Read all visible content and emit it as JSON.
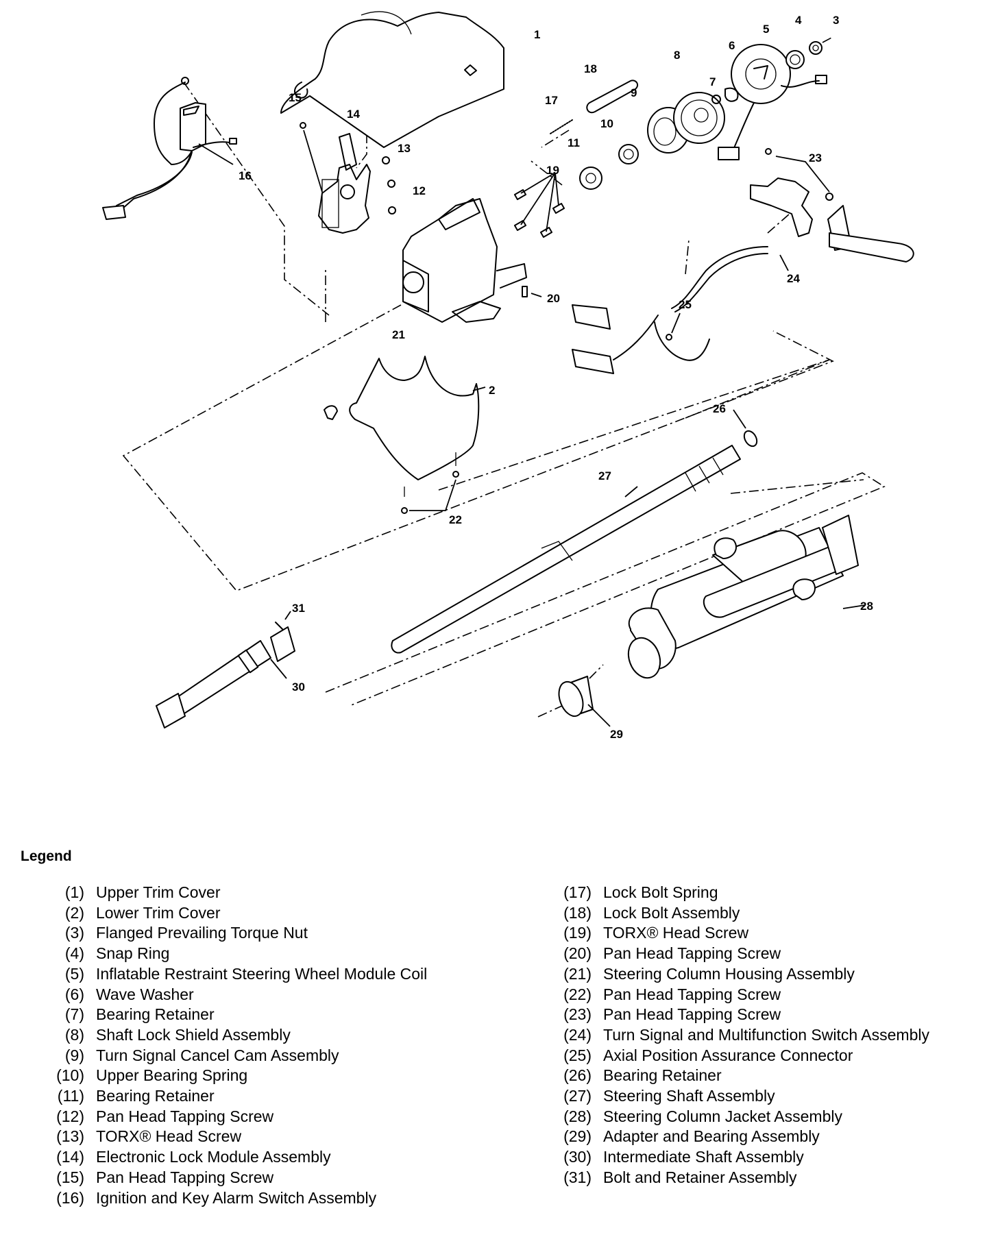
{
  "diagram": {
    "title": "Steering Column Exploded View",
    "callouts": [
      "1",
      "2",
      "3",
      "4",
      "5",
      "6",
      "7",
      "8",
      "9",
      "10",
      "11",
      "12",
      "13",
      "14",
      "15",
      "16",
      "17",
      "18",
      "19",
      "20",
      "21",
      "22",
      "23",
      "24",
      "25",
      "26",
      "27",
      "28",
      "29",
      "30",
      "31"
    ]
  },
  "legend": {
    "title": "Legend",
    "items": [
      {
        "num": "(1)",
        "label": "Upper Trim Cover"
      },
      {
        "num": "(2)",
        "label": "Lower Trim Cover"
      },
      {
        "num": "(3)",
        "label": "Flanged Prevailing Torque Nut"
      },
      {
        "num": "(4)",
        "label": "Snap Ring"
      },
      {
        "num": "(5)",
        "label": "Inflatable Restraint Steering Wheel Module Coil"
      },
      {
        "num": "(6)",
        "label": "Wave Washer"
      },
      {
        "num": "(7)",
        "label": "Bearing Retainer"
      },
      {
        "num": "(8)",
        "label": "Shaft Lock Shield Assembly"
      },
      {
        "num": "(9)",
        "label": "Turn Signal Cancel Cam Assembly"
      },
      {
        "num": "(10)",
        "label": "Upper Bearing Spring"
      },
      {
        "num": "(11)",
        "label": "Bearing Retainer"
      },
      {
        "num": "(12)",
        "label": "Pan Head Tapping Screw"
      },
      {
        "num": "(13)",
        "label": "TORX® Head Screw"
      },
      {
        "num": "(14)",
        "label": "Electronic Lock Module Assembly"
      },
      {
        "num": "(15)",
        "label": "Pan Head Tapping Screw"
      },
      {
        "num": "(16)",
        "label": "Ignition and Key Alarm Switch Assembly"
      },
      {
        "num": "(17)",
        "label": "Lock Bolt Spring"
      },
      {
        "num": "(18)",
        "label": "Lock Bolt Assembly"
      },
      {
        "num": "(19)",
        "label": "TORX® Head Screw"
      },
      {
        "num": "(20)",
        "label": "Pan Head Tapping Screw"
      },
      {
        "num": "(21)",
        "label": "Steering Column Housing Assembly"
      },
      {
        "num": "(22)",
        "label": "Pan Head Tapping Screw"
      },
      {
        "num": "(23)",
        "label": "Pan Head Tapping Screw"
      },
      {
        "num": "(24)",
        "label": "Turn Signal and Multifunction Switch Assembly"
      },
      {
        "num": "(25)",
        "label": "Axial Position Assurance Connector"
      },
      {
        "num": "(26)",
        "label": "Bearing Retainer"
      },
      {
        "num": "(27)",
        "label": "Steering Shaft Assembly"
      },
      {
        "num": "(28)",
        "label": "Steering Column Jacket Assembly"
      },
      {
        "num": "(29)",
        "label": "Adapter and Bearing Assembly"
      },
      {
        "num": "(30)",
        "label": "Intermediate Shaft Assembly"
      },
      {
        "num": "(31)",
        "label": "Bolt and Retainer Assembly"
      }
    ]
  }
}
